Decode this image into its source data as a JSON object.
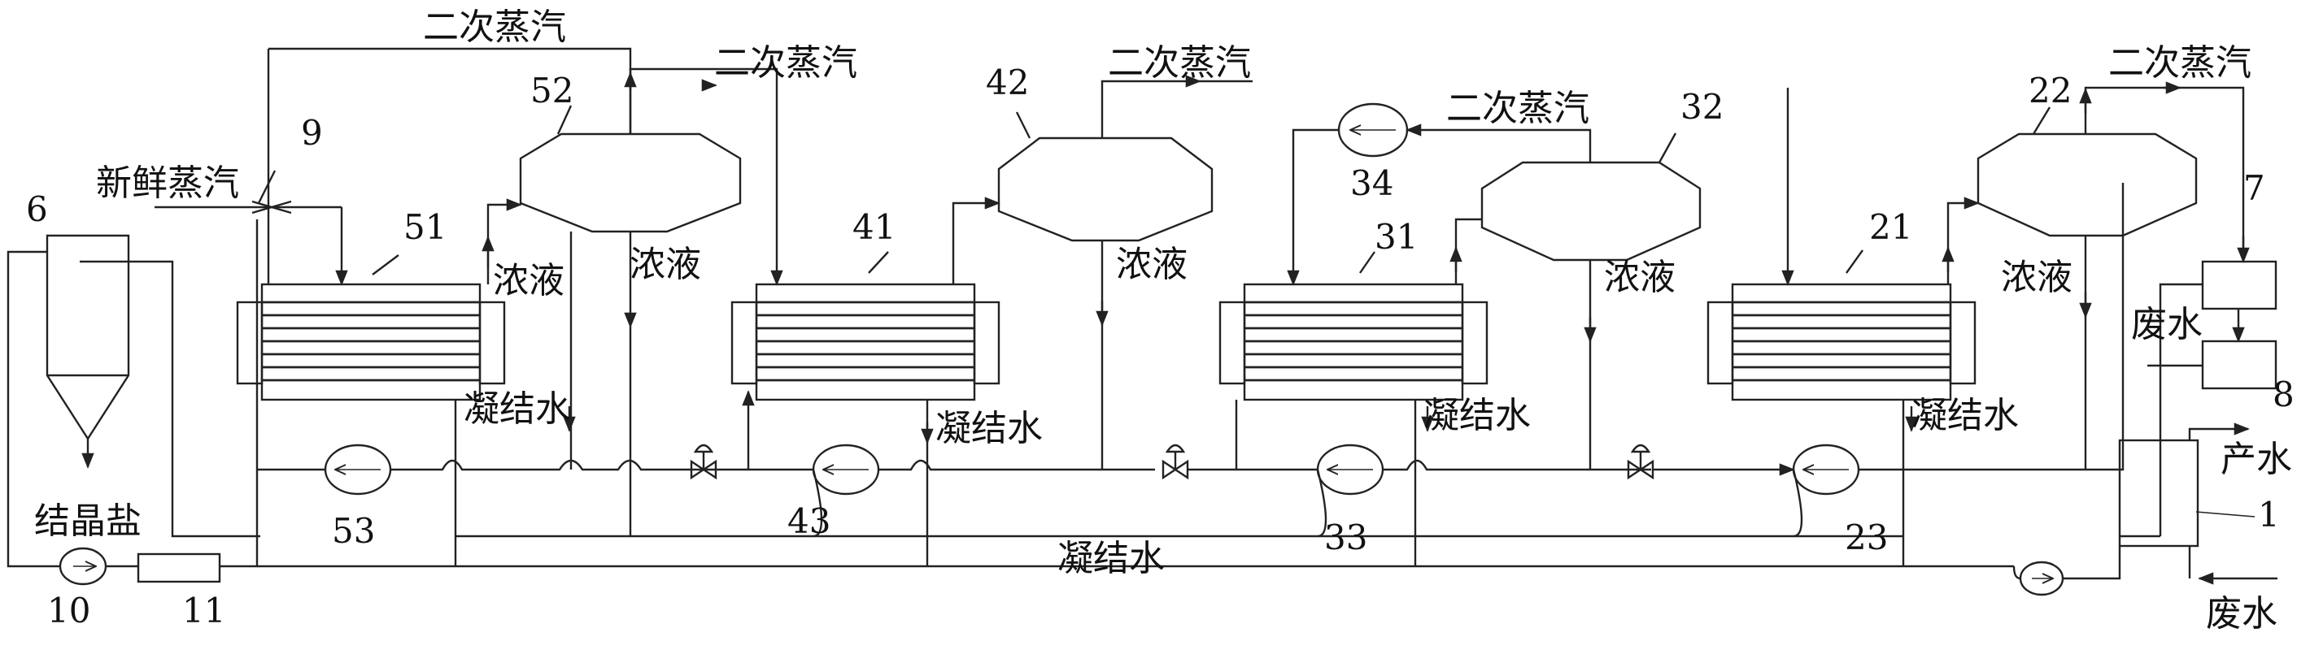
{
  "labels": {
    "secondary_steam": "二次蒸汽",
    "fresh_steam": "新鲜蒸汽",
    "concentrate": "浓液",
    "condensate": "凝结水",
    "crystal_salt": "结晶盐",
    "wastewater": "废水",
    "product_water": "产水"
  },
  "numbers": {
    "n1": "1",
    "n6": "6",
    "n7": "7",
    "n8": "8",
    "n9": "9",
    "n10": "10",
    "n11": "11",
    "n21": "21",
    "n22": "22",
    "n23": "23",
    "n31": "31",
    "n32": "32",
    "n33": "33",
    "n34": "34",
    "n41": "41",
    "n42": "42",
    "n43": "43",
    "n51": "51",
    "n52": "52",
    "n53": "53"
  }
}
